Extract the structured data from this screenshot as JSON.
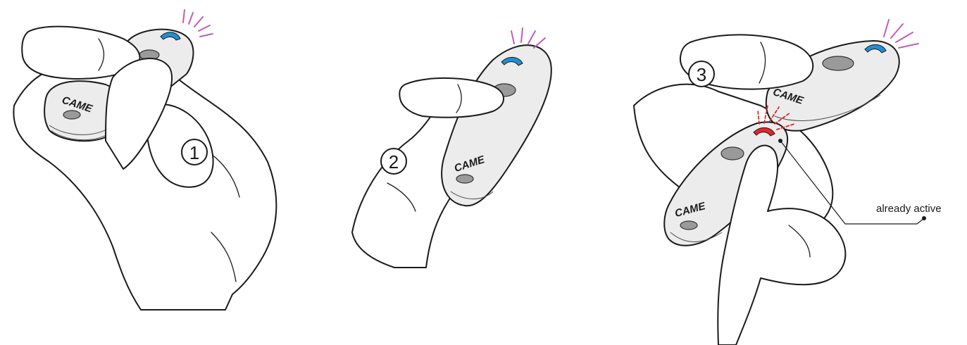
{
  "brand_label": "CAME",
  "steps": [
    {
      "number": "1"
    },
    {
      "number": "2"
    },
    {
      "number": "3"
    }
  ],
  "callout": {
    "text": "already active"
  },
  "colors": {
    "led_blue": "#1f8fd6",
    "led_red": "#e3262b",
    "signal_pink": "#c45bb6"
  }
}
